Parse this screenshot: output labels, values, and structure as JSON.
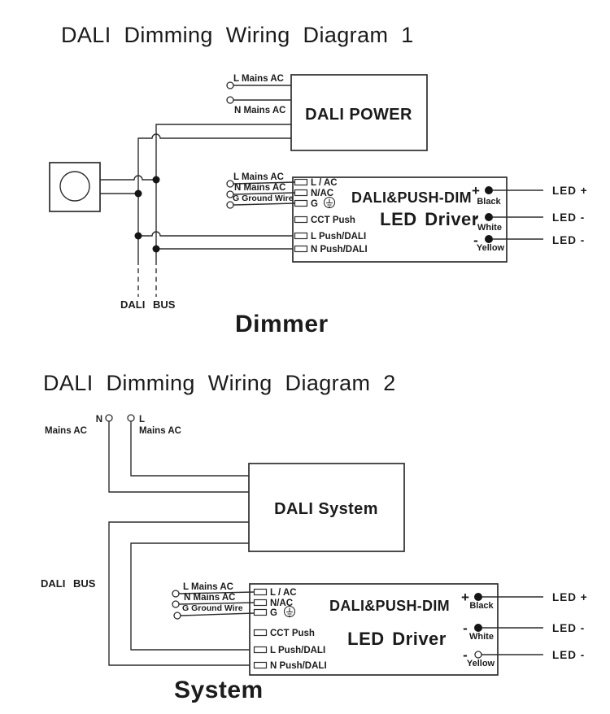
{
  "background": "#ffffff",
  "line_color": "#2d2d2d",
  "text_color": "#1b1b1b",
  "diagram1": {
    "title": "DALI Dimming Wiring Diagram 1",
    "power_box_label": "DALI POWER",
    "mains_l": "L Mains AC",
    "mains_n": "N Mains AC",
    "bus_label": "DALI BUS",
    "caption": "Dimmer",
    "driver": {
      "name_line1": "DALI&PUSH-DIM",
      "name_line2": "LED Driver",
      "input_l": "L Mains AC",
      "input_n": "N Mains AC",
      "input_g": "G Ground Wire",
      "term_l_ac": "L / AC",
      "term_n_ac": "N/AC",
      "term_g": "G",
      "term_cct": "CCT Push",
      "term_l_push": "L Push/DALI",
      "term_n_push": "N Push/DALI",
      "sign_plus": "+",
      "sign_minus": "-",
      "wire_black": "Black",
      "wire_white": "White",
      "wire_yellow": "Yellow",
      "led_plus": "LED +",
      "led_minus": "LED -"
    }
  },
  "diagram2": {
    "title": "DALI Dimming Wiring Diagram 2",
    "system_box_label": "DALI System",
    "mains_n_letter": "N",
    "mains_n_label": "Mains AC",
    "mains_l_letter": "L",
    "mains_l_label": "Mains AC",
    "bus_label": "DALI BUS",
    "caption": "System",
    "driver": {
      "name_line1": "DALI&PUSH-DIM",
      "name_line2": "LED Driver",
      "input_l": "L Mains AC",
      "input_n": "N Mains AC",
      "input_g": "G Ground Wire",
      "term_l_ac": "L / AC",
      "term_n_ac": "N/AC",
      "term_g": "G",
      "term_cct": "CCT Push",
      "term_l_push": "L Push/DALI",
      "term_n_push": "N Push/DALI",
      "sign_plus": "+",
      "sign_minus": "-",
      "wire_black": "Black",
      "wire_white": "White",
      "wire_yellow": "Yellow",
      "led_plus": "LED +",
      "led_minus": "LED -"
    }
  }
}
